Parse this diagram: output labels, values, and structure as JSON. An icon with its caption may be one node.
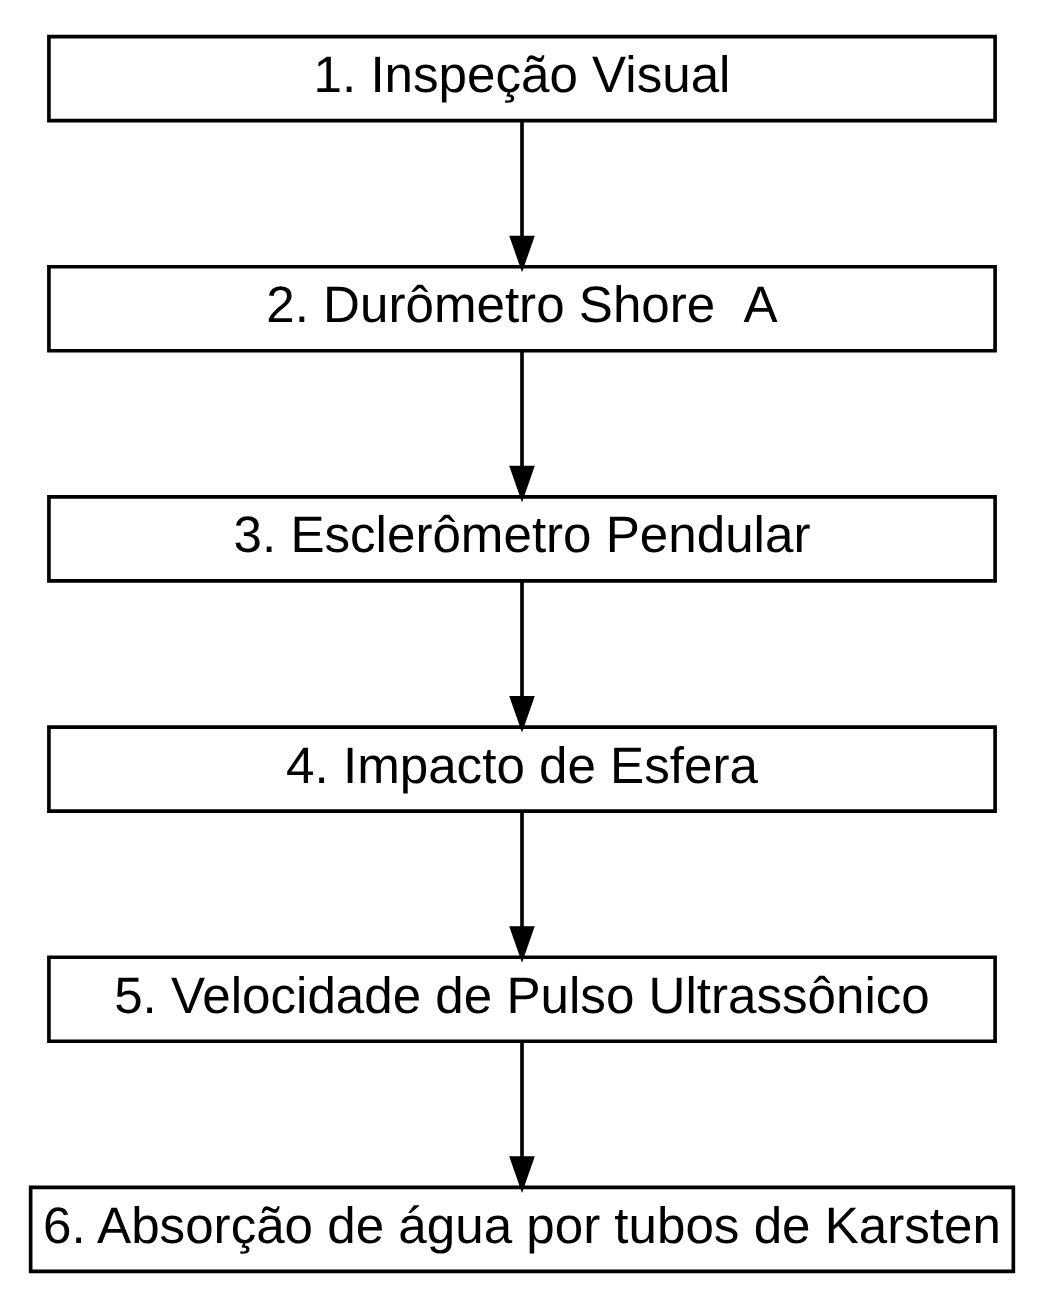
{
  "diagram": {
    "nodes": [
      {
        "text": [
          "1. Inspeção Visual"
        ]
      },
      {
        "text": [
          "2. Durômetro Shore  A"
        ]
      },
      {
        "text": [
          "3. Esclerômetro Pendular"
        ]
      },
      {
        "text": [
          "4. Impacto de Esfera"
        ]
      },
      {
        "text": [
          "5. Velocidade de Pulso Ultrassônico"
        ]
      },
      {
        "text": [
          "6. Absorção de água por tubos de Karsten"
        ]
      }
    ],
    "edges": [
      {
        "from": 0,
        "to": 1,
        "arrow": "to"
      },
      {
        "from": 1,
        "to": 2,
        "arrow": "to"
      },
      {
        "from": 2,
        "to": 3,
        "arrow": "to"
      },
      {
        "from": 3,
        "to": 4,
        "arrow": "to"
      },
      {
        "from": 4,
        "to": 5,
        "arrow": "to"
      }
    ]
  }
}
